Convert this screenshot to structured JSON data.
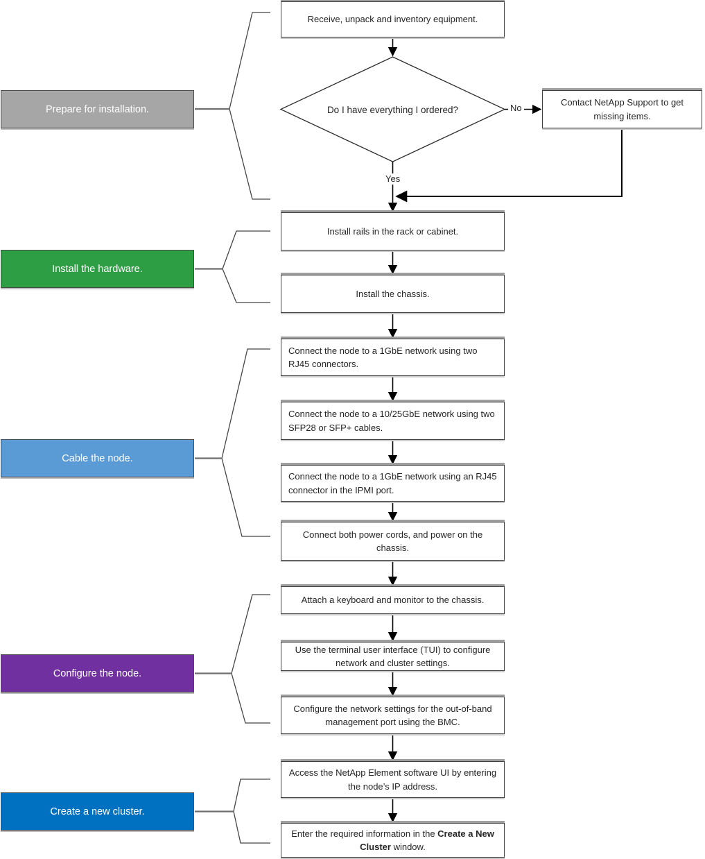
{
  "phases": [
    {
      "label": "Prepare for installation.",
      "fill": "#a6a6a6"
    },
    {
      "label": "Install the hardware.",
      "fill": "#2e9e44"
    },
    {
      "label": "Cable the node.",
      "fill": "#5b9bd5"
    },
    {
      "label": "Configure the node.",
      "fill": "#7030a0"
    },
    {
      "label": "Create a new cluster.",
      "fill": "#0070c0"
    }
  ],
  "decision": {
    "question": "Do I have everything I ordered?",
    "yes_label": "Yes",
    "no_label": "No",
    "no_action": "Contact NetApp Support to get missing items."
  },
  "steps": {
    "receive": "Receive, unpack and inventory equipment.",
    "install_rails": "Install rails in the rack or cabinet.",
    "install_chassis": "Install the chassis.",
    "connect_1gbe": "Connect the node to a 1GbE network using two RJ45 connectors.",
    "connect_10_25gbe": "Connect the node to a 10/25GbE network using two SFP28 or SFP+ cables.",
    "connect_ipmi": "Connect the node to a 1GbE network using an RJ45 connector in the IPMI port.",
    "connect_power": "Connect both power cords, and power on the chassis.",
    "attach_keyboard": "Attach a keyboard and monitor to the chassis.",
    "use_tui": "Use the terminal user interface (TUI) to configure network and cluster settings.",
    "configure_bmc": "Configure the network settings for the out-of-band management port using the BMC.",
    "access_element_ui": "Access the NetApp Element software UI by entering the node’s IP address.",
    "enter_cluster_info": {
      "pre": "Enter the required information in the ",
      "bold": "Create a New Cluster",
      "post": " window."
    }
  }
}
